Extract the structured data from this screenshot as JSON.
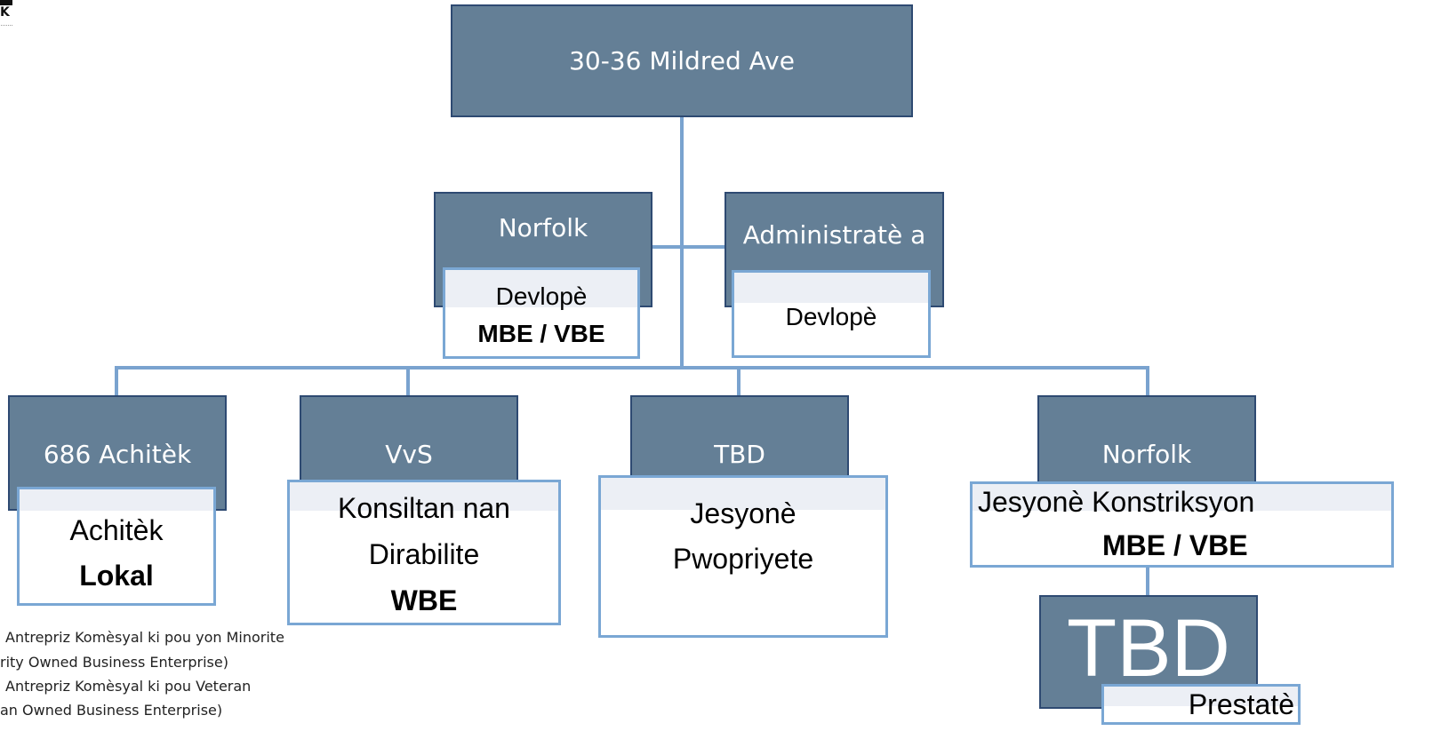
{
  "root": {
    "label": "30-36 Mildred Ave"
  },
  "level1": [
    {
      "label": "Norfolk",
      "sub_line1": "Devlopè",
      "sub_line2": "MBE / VBE"
    },
    {
      "label": "Administratè a",
      "sub_line1": "Devlopè"
    }
  ],
  "level2": [
    {
      "label": "686 Achitèk",
      "sub_line1": "Achitèk",
      "sub_line2": "Lokal"
    },
    {
      "label": "VvS",
      "sub_line1": "Konsiltan nan",
      "sub_line2": "Dirabilite",
      "sub_line3": "WBE"
    },
    {
      "label": "TBD",
      "sub_line1": "Jesyonè",
      "sub_line2": "Pwopriyete"
    },
    {
      "label": "Norfolk",
      "sub_line1": "Jesyonè Konstriksyon",
      "sub_line2": "MBE / VBE"
    }
  ],
  "level3": {
    "label": "TBD",
    "sub_line1": "Prestatè"
  },
  "legend": {
    "line1": "Antrepriz Komèsyal ki pou yon Minorite",
    "line2": "rity Owned Business Enterprise)",
    "line3": "Antrepriz Komèsyal ki pou Veteran",
    "line4": "an Owned Business Enterprise)"
  },
  "logo": {
    "text": "K"
  }
}
